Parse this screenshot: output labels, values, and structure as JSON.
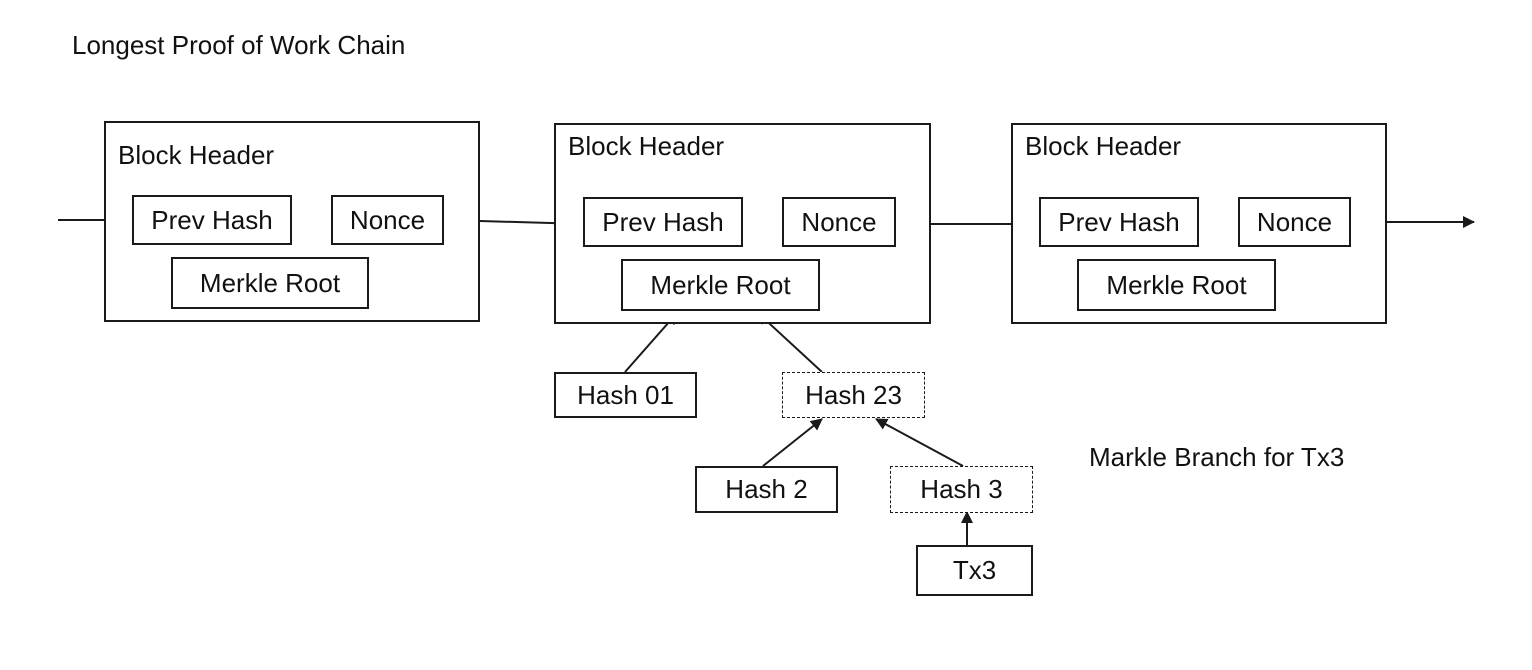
{
  "title": "Longest Proof of Work Chain",
  "branch_label": "Markle Branch for Tx3",
  "blocks": [
    {
      "header": "Block Header",
      "prev_hash": "Prev Hash",
      "nonce": "Nonce",
      "merkle_root": "Merkle Root"
    },
    {
      "header": "Block Header",
      "prev_hash": "Prev Hash",
      "nonce": "Nonce",
      "merkle_root": "Merkle Root"
    },
    {
      "header": "Block Header",
      "prev_hash": "Prev Hash",
      "nonce": "Nonce",
      "merkle_root": "Merkle Root"
    }
  ],
  "tree": {
    "hash01": "Hash 01",
    "hash23": "Hash 23",
    "hash2": "Hash 2",
    "hash3": "Hash 3",
    "tx3": "Tx3"
  },
  "colors": {
    "stroke": "#1a1a1a",
    "background": "#ffffff"
  }
}
